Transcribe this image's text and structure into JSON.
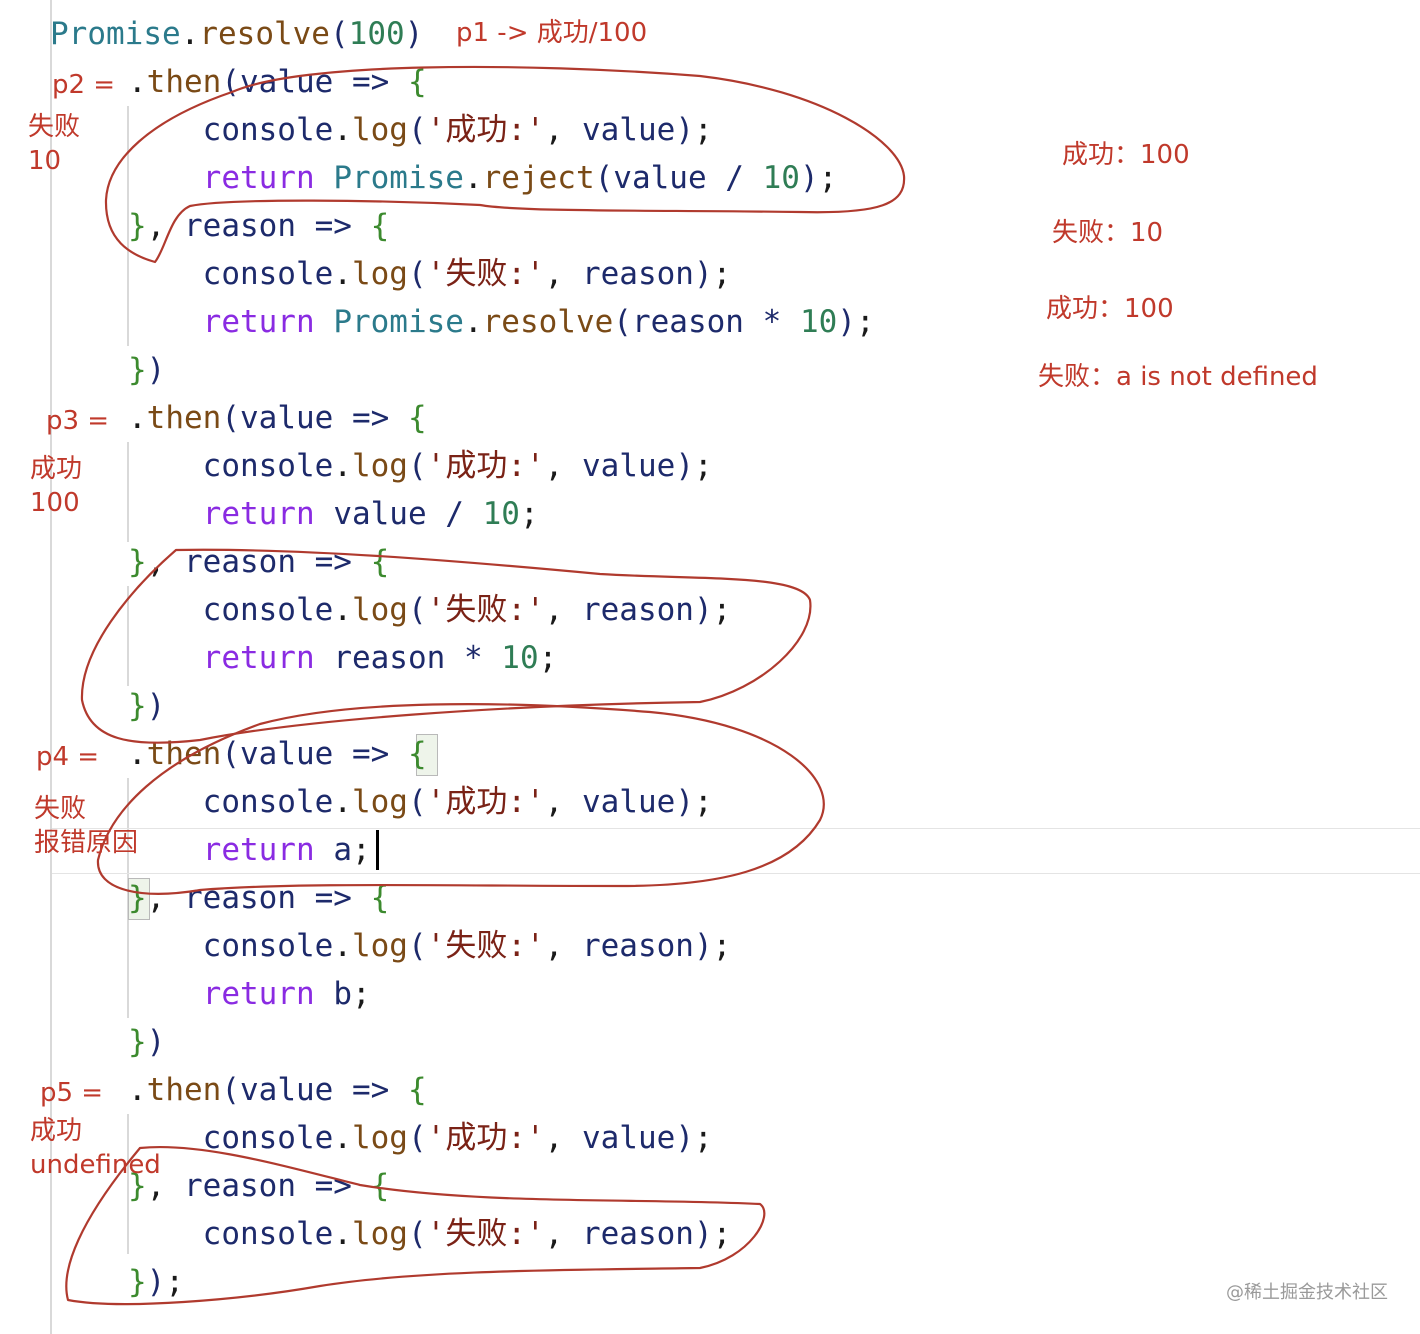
{
  "code": {
    "lines": [
      [
        [
          "tok-type",
          "Promise"
        ],
        [
          "tok-punc",
          "."
        ],
        [
          "tok-fn",
          "resolve"
        ],
        [
          "tok-paren",
          "("
        ],
        [
          "tok-num",
          "100"
        ],
        [
          "tok-paren",
          ")"
        ]
      ],
      [
        [
          "tok-punc",
          "."
        ],
        [
          "tok-fn",
          "then"
        ],
        [
          "tok-paren",
          "("
        ],
        [
          "tok-var",
          "value"
        ],
        [
          "tok-op",
          " => "
        ],
        [
          "tok-brace",
          "{"
        ]
      ],
      [
        [
          "tok-punc",
          "    "
        ],
        [
          "tok-var",
          "console"
        ],
        [
          "tok-punc",
          "."
        ],
        [
          "tok-fn",
          "log"
        ],
        [
          "tok-paren",
          "("
        ],
        [
          "tok-str",
          "'成功:'"
        ],
        [
          "tok-punc",
          ", "
        ],
        [
          "tok-var",
          "value"
        ],
        [
          "tok-paren",
          ")"
        ],
        [
          "tok-punc",
          ";"
        ]
      ],
      [
        [
          "tok-punc",
          "    "
        ],
        [
          "tok-kw",
          "return"
        ],
        [
          "tok-punc",
          " "
        ],
        [
          "tok-type",
          "Promise"
        ],
        [
          "tok-punc",
          "."
        ],
        [
          "tok-fn",
          "reject"
        ],
        [
          "tok-paren",
          "("
        ],
        [
          "tok-var",
          "value"
        ],
        [
          "tok-op",
          " / "
        ],
        [
          "tok-num",
          "10"
        ],
        [
          "tok-paren",
          ")"
        ],
        [
          "tok-punc",
          ";"
        ]
      ],
      [
        [
          "tok-brace",
          "}"
        ],
        [
          "tok-punc",
          ", "
        ],
        [
          "tok-var",
          "reason"
        ],
        [
          "tok-op",
          " => "
        ],
        [
          "tok-brace",
          "{"
        ]
      ],
      [
        [
          "tok-punc",
          "    "
        ],
        [
          "tok-var",
          "console"
        ],
        [
          "tok-punc",
          "."
        ],
        [
          "tok-fn",
          "log"
        ],
        [
          "tok-paren",
          "("
        ],
        [
          "tok-str",
          "'失败:'"
        ],
        [
          "tok-punc",
          ", "
        ],
        [
          "tok-var",
          "reason"
        ],
        [
          "tok-paren",
          ")"
        ],
        [
          "tok-punc",
          ";"
        ]
      ],
      [
        [
          "tok-punc",
          "    "
        ],
        [
          "tok-kw",
          "return"
        ],
        [
          "tok-punc",
          " "
        ],
        [
          "tok-type",
          "Promise"
        ],
        [
          "tok-punc",
          "."
        ],
        [
          "tok-fn",
          "resolve"
        ],
        [
          "tok-paren",
          "("
        ],
        [
          "tok-var",
          "reason"
        ],
        [
          "tok-op",
          " * "
        ],
        [
          "tok-num",
          "10"
        ],
        [
          "tok-paren",
          ")"
        ],
        [
          "tok-punc",
          ";"
        ]
      ],
      [
        [
          "tok-brace",
          "}"
        ],
        [
          "tok-paren",
          ")"
        ]
      ],
      [
        [
          "tok-punc",
          "."
        ],
        [
          "tok-fn",
          "then"
        ],
        [
          "tok-paren",
          "("
        ],
        [
          "tok-var",
          "value"
        ],
        [
          "tok-op",
          " => "
        ],
        [
          "tok-brace",
          "{"
        ]
      ],
      [
        [
          "tok-punc",
          "    "
        ],
        [
          "tok-var",
          "console"
        ],
        [
          "tok-punc",
          "."
        ],
        [
          "tok-fn",
          "log"
        ],
        [
          "tok-paren",
          "("
        ],
        [
          "tok-str",
          "'成功:'"
        ],
        [
          "tok-punc",
          ", "
        ],
        [
          "tok-var",
          "value"
        ],
        [
          "tok-paren",
          ")"
        ],
        [
          "tok-punc",
          ";"
        ]
      ],
      [
        [
          "tok-punc",
          "    "
        ],
        [
          "tok-kw",
          "return"
        ],
        [
          "tok-punc",
          " "
        ],
        [
          "tok-var",
          "value"
        ],
        [
          "tok-op",
          " / "
        ],
        [
          "tok-num",
          "10"
        ],
        [
          "tok-punc",
          ";"
        ]
      ],
      [
        [
          "tok-brace",
          "}"
        ],
        [
          "tok-punc",
          ", "
        ],
        [
          "tok-var",
          "reason"
        ],
        [
          "tok-op",
          " => "
        ],
        [
          "tok-brace",
          "{"
        ]
      ],
      [
        [
          "tok-punc",
          "    "
        ],
        [
          "tok-var",
          "console"
        ],
        [
          "tok-punc",
          "."
        ],
        [
          "tok-fn",
          "log"
        ],
        [
          "tok-paren",
          "("
        ],
        [
          "tok-str",
          "'失败:'"
        ],
        [
          "tok-punc",
          ", "
        ],
        [
          "tok-var",
          "reason"
        ],
        [
          "tok-paren",
          ")"
        ],
        [
          "tok-punc",
          ";"
        ]
      ],
      [
        [
          "tok-punc",
          "    "
        ],
        [
          "tok-kw",
          "return"
        ],
        [
          "tok-punc",
          " "
        ],
        [
          "tok-var",
          "reason"
        ],
        [
          "tok-op",
          " * "
        ],
        [
          "tok-num",
          "10"
        ],
        [
          "tok-punc",
          ";"
        ]
      ],
      [
        [
          "tok-brace",
          "}"
        ],
        [
          "tok-paren",
          ")"
        ]
      ],
      [
        [
          "tok-punc",
          "."
        ],
        [
          "tok-fn",
          "then"
        ],
        [
          "tok-paren",
          "("
        ],
        [
          "tok-var",
          "value"
        ],
        [
          "tok-op",
          " => "
        ],
        [
          "tok-brace",
          "{"
        ]
      ],
      [
        [
          "tok-punc",
          "    "
        ],
        [
          "tok-var",
          "console"
        ],
        [
          "tok-punc",
          "."
        ],
        [
          "tok-fn",
          "log"
        ],
        [
          "tok-paren",
          "("
        ],
        [
          "tok-str",
          "'成功:'"
        ],
        [
          "tok-punc",
          ", "
        ],
        [
          "tok-var",
          "value"
        ],
        [
          "tok-paren",
          ")"
        ],
        [
          "tok-punc",
          ";"
        ]
      ],
      [
        [
          "tok-punc",
          "    "
        ],
        [
          "tok-kw",
          "return"
        ],
        [
          "tok-punc",
          " "
        ],
        [
          "tok-var",
          "a"
        ],
        [
          "tok-punc",
          ";"
        ]
      ],
      [
        [
          "tok-brace",
          "}"
        ],
        [
          "tok-punc",
          ", "
        ],
        [
          "tok-var",
          "reason"
        ],
        [
          "tok-op",
          " => "
        ],
        [
          "tok-brace",
          "{"
        ]
      ],
      [
        [
          "tok-punc",
          "    "
        ],
        [
          "tok-var",
          "console"
        ],
        [
          "tok-punc",
          "."
        ],
        [
          "tok-fn",
          "log"
        ],
        [
          "tok-paren",
          "("
        ],
        [
          "tok-str",
          "'失败:'"
        ],
        [
          "tok-punc",
          ", "
        ],
        [
          "tok-var",
          "reason"
        ],
        [
          "tok-paren",
          ")"
        ],
        [
          "tok-punc",
          ";"
        ]
      ],
      [
        [
          "tok-punc",
          "    "
        ],
        [
          "tok-kw",
          "return"
        ],
        [
          "tok-punc",
          " "
        ],
        [
          "tok-var",
          "b"
        ],
        [
          "tok-punc",
          ";"
        ]
      ],
      [
        [
          "tok-brace",
          "}"
        ],
        [
          "tok-paren",
          ")"
        ]
      ],
      [
        [
          "tok-punc",
          "."
        ],
        [
          "tok-fn",
          "then"
        ],
        [
          "tok-paren",
          "("
        ],
        [
          "tok-var",
          "value"
        ],
        [
          "tok-op",
          " => "
        ],
        [
          "tok-brace",
          "{"
        ]
      ],
      [
        [
          "tok-punc",
          "    "
        ],
        [
          "tok-var",
          "console"
        ],
        [
          "tok-punc",
          "."
        ],
        [
          "tok-fn",
          "log"
        ],
        [
          "tok-paren",
          "("
        ],
        [
          "tok-str",
          "'成功:'"
        ],
        [
          "tok-punc",
          ", "
        ],
        [
          "tok-var",
          "value"
        ],
        [
          "tok-paren",
          ")"
        ],
        [
          "tok-punc",
          ";"
        ]
      ],
      [
        [
          "tok-brace",
          "}"
        ],
        [
          "tok-punc",
          ", "
        ],
        [
          "tok-var",
          "reason"
        ],
        [
          "tok-op",
          " => "
        ],
        [
          "tok-brace",
          "{"
        ]
      ],
      [
        [
          "tok-punc",
          "    "
        ],
        [
          "tok-var",
          "console"
        ],
        [
          "tok-punc",
          "."
        ],
        [
          "tok-fn",
          "log"
        ],
        [
          "tok-paren",
          "("
        ],
        [
          "tok-str",
          "'失败:'"
        ],
        [
          "tok-punc",
          ", "
        ],
        [
          "tok-var",
          "reason"
        ],
        [
          "tok-paren",
          ")"
        ],
        [
          "tok-punc",
          ";"
        ]
      ],
      [
        [
          "tok-brace",
          "}"
        ],
        [
          "tok-paren",
          ")"
        ],
        [
          "tok-punc",
          ";"
        ]
      ]
    ]
  },
  "annotations": {
    "p1": "p1 -> 成功/100",
    "p2_label": "p2 =",
    "p2_state": "失败",
    "p2_value": "10",
    "p3_label": "p3 =",
    "p3_state": "成功",
    "p3_value": "100",
    "p4_label": "p4 =",
    "p4_state": "失败",
    "p4_value": "报错原因",
    "p5_label": "p5 =",
    "p5_state": "成功",
    "p5_value": "undefined"
  },
  "output": {
    "line1": "成功：100",
    "line2": "失败：10",
    "line3": "成功：100",
    "line4": "失败：a is not defined"
  },
  "watermark": "@稀土掘金技术社区",
  "colors": {
    "annotation": "#c0392b",
    "keyword": "#8a2be2",
    "type": "#2b7a8b",
    "number": "#2f7d55",
    "string": "#7a2216"
  }
}
